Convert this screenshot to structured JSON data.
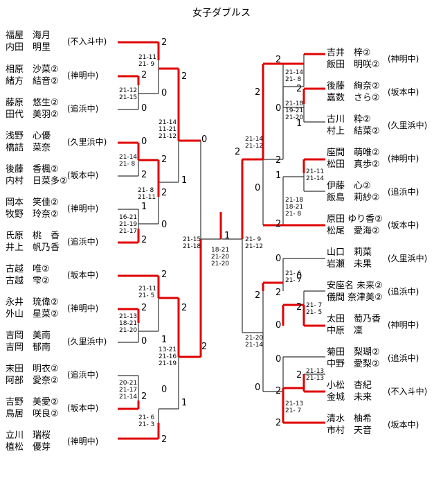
{
  "title": "女子ダブルス",
  "left": [
    {
      "p1": "福屋　海月",
      "p2": "内田　明里",
      "school": "(不入斗中)"
    },
    {
      "p1": "相原　沙菜②",
      "p2": "緒方　結音②",
      "school": "(神明中)"
    },
    {
      "p1": "藤原　悠生②",
      "p2": "田代　美羽②",
      "school": "(追浜中)"
    },
    {
      "p1": "浅野　心優",
      "p2": "橋詰　菜奈",
      "school": "(久里浜中)"
    },
    {
      "p1": "後藤　香楓②",
      "p2": "内村　日菜多②",
      "school": "(坂本中)"
    },
    {
      "p1": "岡本　笑佳②",
      "p2": "牧野　玲奈②",
      "school": "(神明中)"
    },
    {
      "p1": "氏原　桃　香",
      "p2": "井上　帆乃香",
      "school": "(追浜中)"
    },
    {
      "p1": "古越　唯②",
      "p2": "古越　雫②",
      "school": "(坂本中)"
    },
    {
      "p1": "永井　琉偉②",
      "p2": "外山　星菜②",
      "school": "(神明中)"
    },
    {
      "p1": "吉岡　美南",
      "p2": "吉岡　郁南",
      "school": "(久里浜中)"
    },
    {
      "p1": "末田　明衣②",
      "p2": "阿部　愛奈②",
      "school": "(追浜中)"
    },
    {
      "p1": "吉野　美愛②",
      "p2": "鳥居　咲良②",
      "school": "(坂本中)"
    },
    {
      "p1": "立川　瑞桜",
      "p2": "植松　優芽",
      "school": "(神明中)"
    }
  ],
  "right": [
    {
      "p1": "吉井　梓②",
      "p2": "飯田　明咲②",
      "school": "(神明中)"
    },
    {
      "p1": "後藤　絢奈②",
      "p2": "嘉数　さら②",
      "school": "(坂本中)"
    },
    {
      "p1": "古川　粋②",
      "p2": "村上　結菜②",
      "school": "(久里浜中)"
    },
    {
      "p1": "座間　萌唯②",
      "p2": "松田　真歩②",
      "school": "(神明中)"
    },
    {
      "p1": "伊藤　心②",
      "p2": "飯島　莉紗②",
      "school": "(追浜中)"
    },
    {
      "p1": "原田 ゆり香②",
      "p2": "松尾　愛海②",
      "school": "(坂本中)"
    },
    {
      "p1": "山口　莉菜",
      "p2": "岩瀬　未果",
      "school": "(久里浜中)"
    },
    {
      "p1": "安座名 未来②",
      "p2": "儀間 奈津美②",
      "school": "(追浜中)"
    },
    {
      "p1": "太田　萄乃香",
      "p2": "中原　凜",
      "school": "(神明中)"
    },
    {
      "p1": "菊田　梨瑚②",
      "p2": "中野　愛梨②",
      "school": "(追浜中)"
    },
    {
      "p1": "小松　杏紀",
      "p2": "金城　未来",
      "school": "(不入斗中)"
    },
    {
      "p1": "清水　柚希",
      "p2": "市村　天音",
      "school": "(坂本中)"
    }
  ],
  "match_scores": {
    "l1": "21-11\n21- 9",
    "l2": "21-12\n21-15",
    "l3": "21-14\n11-21\n21-12",
    "l4": "21-14\n21- 8",
    "l5": "21- 8\n21-11",
    "l6": "16-21\n21-19\n21-17",
    "l7": "21-15\n21-18",
    "l8": "21-11\n21- 5",
    "l9": "21-13\n18-21\n21-20",
    "l10": "13-21\n21-16\n21-19",
    "l11": "20-21\n21-17\n21-14",
    "l12": "21- 6\n21- 3",
    "final": "18-21\n21-20\n21-20",
    "r1": "21-14\n21- 8",
    "r2": "21-18\n19-21\n21-20",
    "r3": "21-14\n21-12",
    "r4": "21-11\n21-14",
    "r5": "21-18\n18-21\n21- 8",
    "r6": "21- 9\n21-12",
    "r7": "21- 6\n21- 7",
    "r8": "21- 7\n21- 5",
    "r9": "21-20\n21-14",
    "r10": "21-13\n21-13",
    "r11": "21-13\n21- 7"
  },
  "game_counts": {
    "a1": "2",
    "a2": "2",
    "a3": "0",
    "a4": "0",
    "a5": "2",
    "a6": "0",
    "a7": "2",
    "a8": "2",
    "a9": "2",
    "a10": "1",
    "a11": "1",
    "a12": "0",
    "a13": "2",
    "a14": "2",
    "a15": "2",
    "a16": "2",
    "a17": "0",
    "a18": "1",
    "a19": "0",
    "a20": "2",
    "a21": "2",
    "a22": "1",
    "a23": "0",
    "a24": "2",
    "b1": "1",
    "c1": "2",
    "c2": "2",
    "c3": "0",
    "c4": "1",
    "c5": "2",
    "c6": "2",
    "c7": "1",
    "c8": "0",
    "c9": "2",
    "c10": "2",
    "c11": "0",
    "c12": "0",
    "c13": "2",
    "c14": "2",
    "c15": "0",
    "c16": "2",
    "c17": "0",
    "c18": "0",
    "c19": "2",
    "c20": "2",
    "c21": "2"
  },
  "colors": {
    "win": "#e00000",
    "line": "#333333"
  }
}
